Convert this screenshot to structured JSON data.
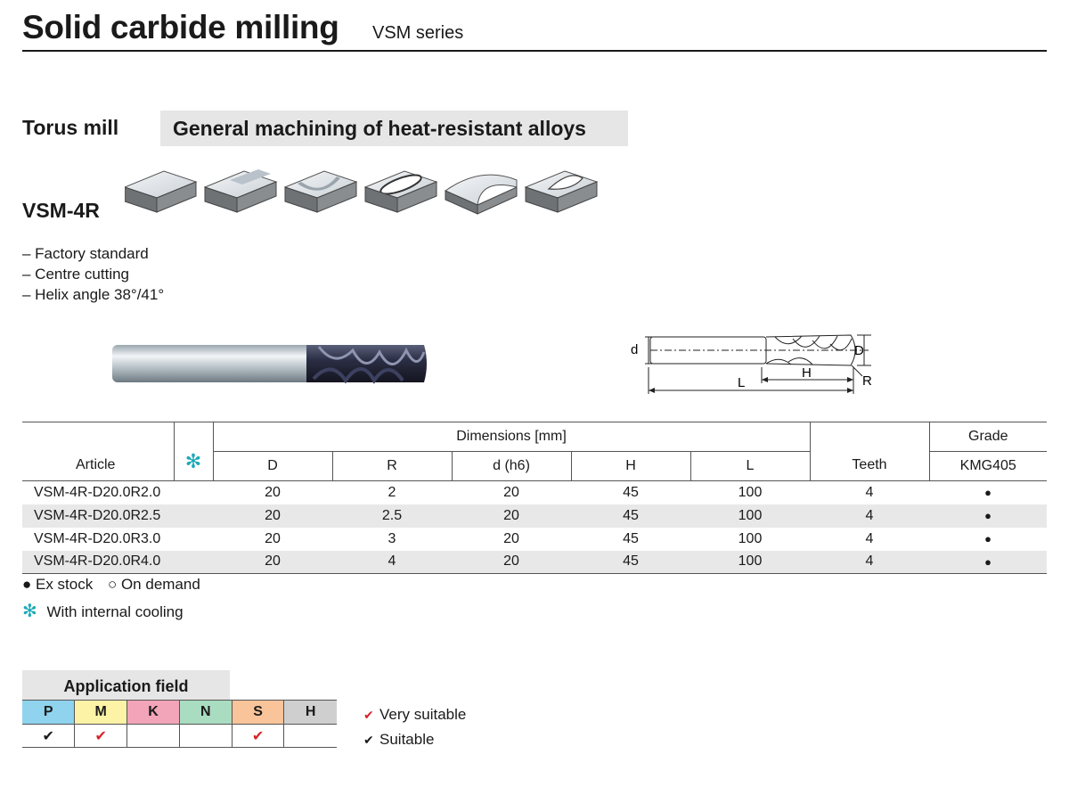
{
  "header": {
    "title": "Solid carbide milling",
    "series": "VSM series"
  },
  "product": {
    "type": "Torus mill",
    "application": "General machining of heat-resistant alloys",
    "model": "VSM-4R",
    "features": [
      "– Factory standard",
      "– Centre cutting",
      "– Helix angle 38°/41°"
    ]
  },
  "drawing_labels": {
    "d": "d",
    "D": "D",
    "H": "H",
    "L": "L",
    "R": "R"
  },
  "table": {
    "article_header": "Article",
    "cooling_icon": "✻",
    "dimensions_header": "Dimensions [mm]",
    "dim_columns": [
      "D",
      "R",
      "d (h6)",
      "H",
      "L"
    ],
    "teeth_header": "Teeth",
    "grade_header": "Grade",
    "grade_name": "KMG405",
    "rows": [
      {
        "article": "VSM-4R-D20.0R2.0",
        "D": "20",
        "R": "2",
        "d": "20",
        "H": "45",
        "L": "100",
        "teeth": "4",
        "stock": "●"
      },
      {
        "article": "VSM-4R-D20.0R2.5",
        "D": "20",
        "R": "2.5",
        "d": "20",
        "H": "45",
        "L": "100",
        "teeth": "4",
        "stock": "●"
      },
      {
        "article": "VSM-4R-D20.0R3.0",
        "D": "20",
        "R": "3",
        "d": "20",
        "H": "45",
        "L": "100",
        "teeth": "4",
        "stock": "●"
      },
      {
        "article": "VSM-4R-D20.0R4.0",
        "D": "20",
        "R": "4",
        "d": "20",
        "H": "45",
        "L": "100",
        "teeth": "4",
        "stock": "●"
      }
    ]
  },
  "legend": {
    "ex_stock": "● Ex stock",
    "on_demand": "○ On demand",
    "cooling_icon": "✻",
    "cooling": "With internal cooling"
  },
  "application_field": {
    "title": "Application field",
    "materials": [
      {
        "code": "P",
        "color": "#8fd3ee",
        "mark": "✔",
        "mark_color": "#1a1a1a"
      },
      {
        "code": "M",
        "color": "#fdf3a6",
        "mark": "✔",
        "mark_color": "#d8232a"
      },
      {
        "code": "K",
        "color": "#f2a4b9",
        "mark": "",
        "mark_color": ""
      },
      {
        "code": "N",
        "color": "#a9dcc0",
        "mark": "",
        "mark_color": ""
      },
      {
        "code": "S",
        "color": "#f9c49a",
        "mark": "✔",
        "mark_color": "#d8232a"
      },
      {
        "code": "H",
        "color": "#cfcfcf",
        "mark": "",
        "mark_color": ""
      }
    ],
    "very_suitable": "Very suitable",
    "suitable": "Suitable",
    "check_mark": "✔"
  }
}
